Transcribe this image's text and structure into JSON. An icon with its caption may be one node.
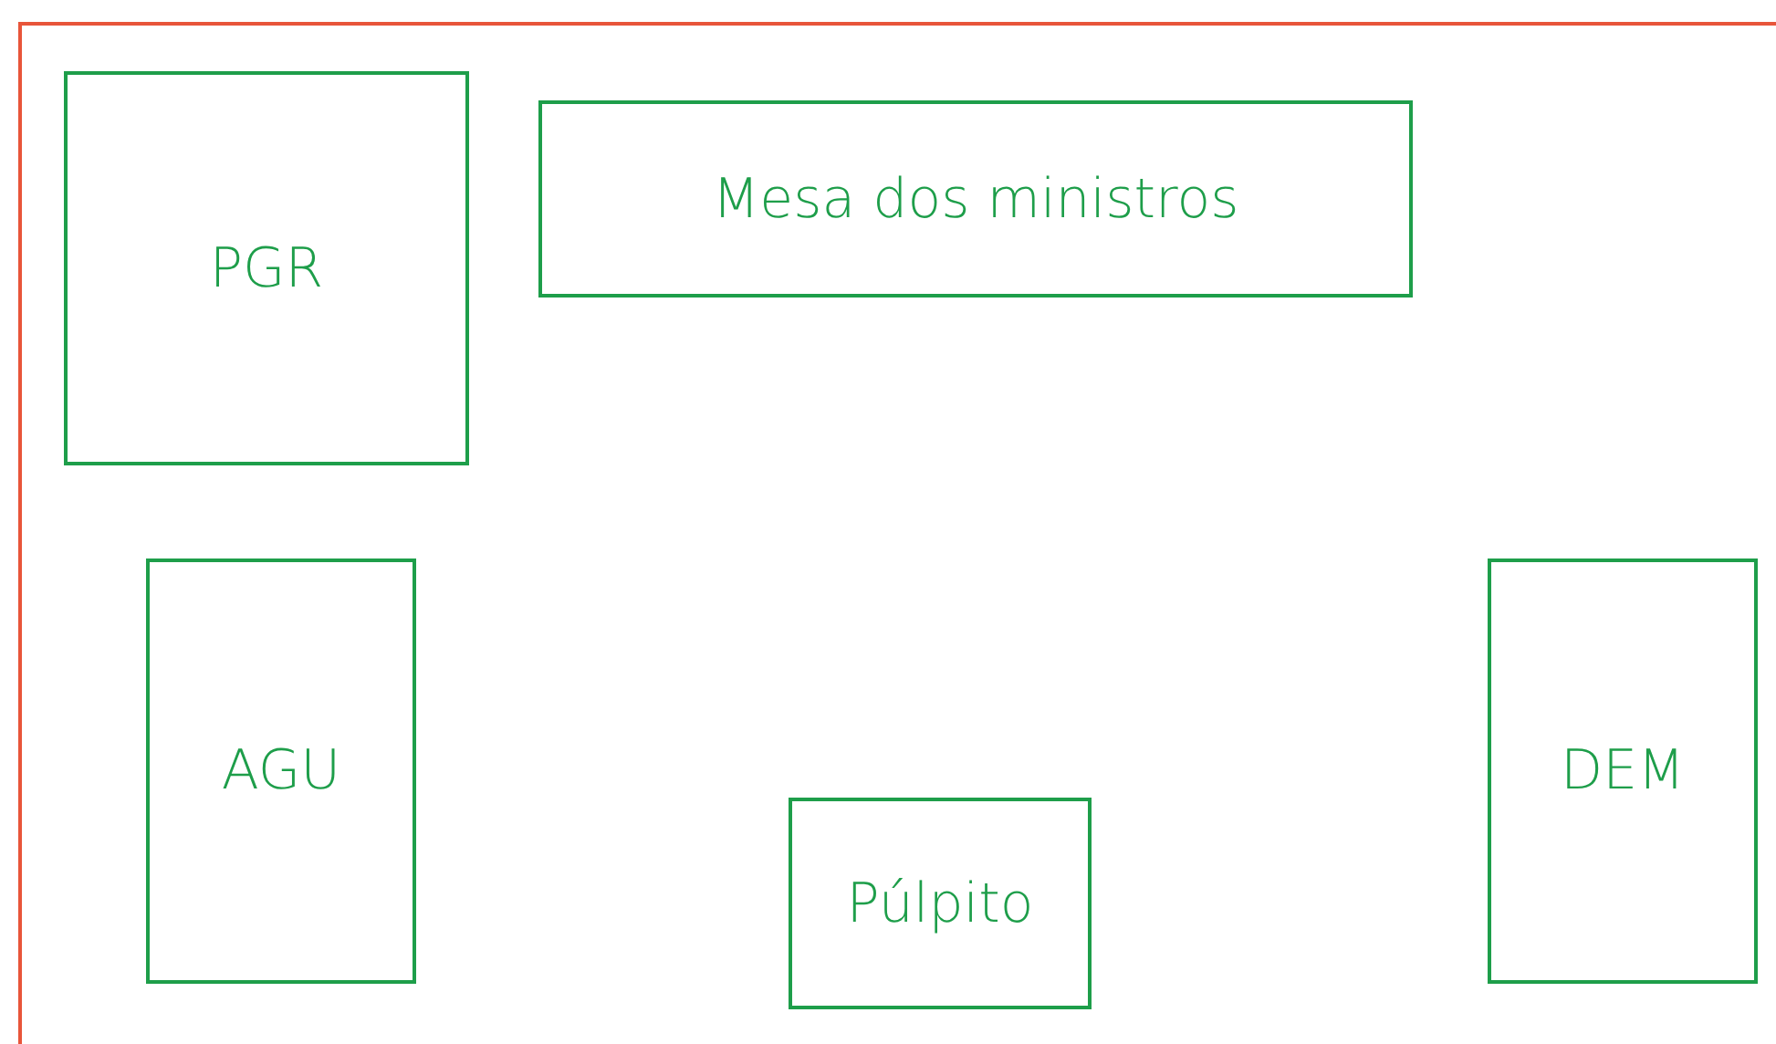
{
  "diagram": {
    "nodes": [
      {
        "text": [
          "PGR"
        ]
      },
      {
        "text": [
          "Mesa dos ministros"
        ]
      },
      {
        "text": [
          "AGU"
        ]
      },
      {
        "text": [
          "DEM"
        ]
      },
      {
        "text": [
          "Púlpito"
        ]
      }
    ]
  }
}
